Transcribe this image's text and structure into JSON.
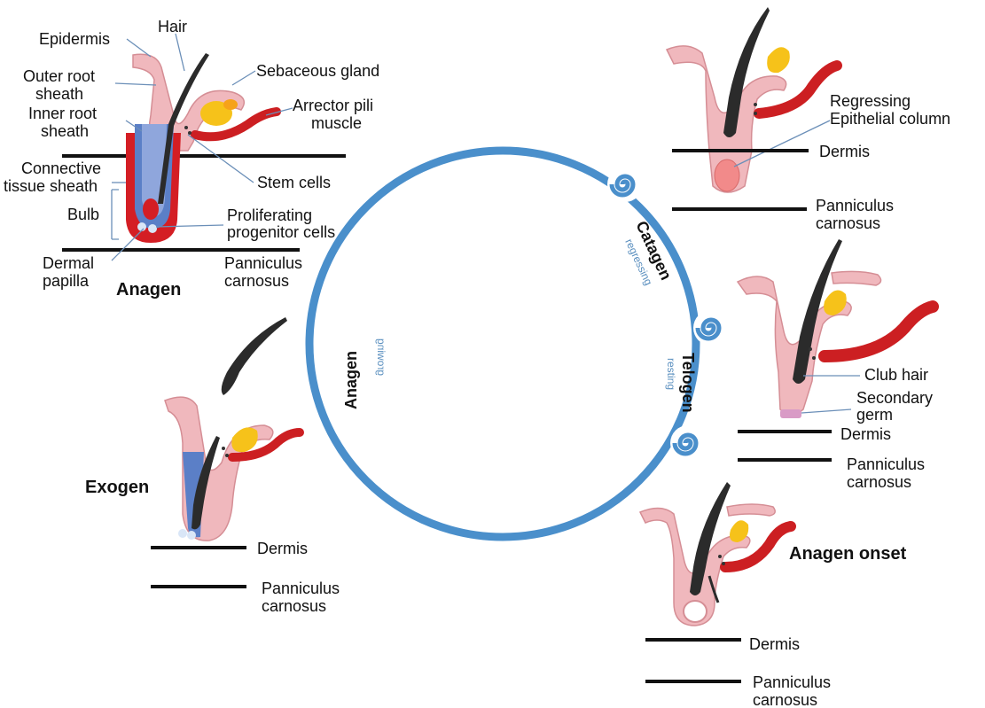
{
  "labels": {
    "epidermis": "Epidermis",
    "hair": "Hair",
    "outer_root_sheath_1": "Outer root",
    "outer_root_sheath_2": "sheath",
    "inner_root_sheath_1": "Inner root",
    "inner_root_sheath_2": "sheath",
    "sebaceous_gland": "Sebaceous gland",
    "arrector_pili_1": "Arrector pili",
    "arrector_pili_2": "muscle",
    "connective_tissue_1": "Connective",
    "connective_tissue_2": "tissue sheath",
    "stem_cells": "Stem cells",
    "bulb": "Bulb",
    "proliferating_1": "Proliferating",
    "proliferating_2": "progenitor cells",
    "dermal_papilla_1": "Dermal",
    "dermal_papilla_2": "papilla",
    "panniculus": "Panniculus",
    "carnosus": "carnosus",
    "dermis": "Dermis",
    "regressing_1": "Regressing",
    "regressing_2": "Epithelial column",
    "club_hair": "Club hair",
    "secondary_germ_1": "Secondary",
    "secondary_germ_2": "germ"
  },
  "phases": {
    "anagen": "Anagen",
    "exogen": "Exogen",
    "anagen_onset": "Anagen onset"
  },
  "cycle": {
    "anagen": "Anagen",
    "anagen_sub": "growing",
    "catagen": "Catagen",
    "catagen_sub": "regressing",
    "telogen": "Telogen",
    "telogen_sub": "resting"
  },
  "colors": {
    "cycle_ring": "#4a8fcb",
    "skin": "#f0b8bd",
    "muscle": "#cc1f22",
    "gland": "#f6c21a",
    "hair": "#2b2b2b",
    "sheath_blue": "#5b7fc7",
    "bulb_red": "#d41e24",
    "lead_line": "#6b8fb8"
  }
}
